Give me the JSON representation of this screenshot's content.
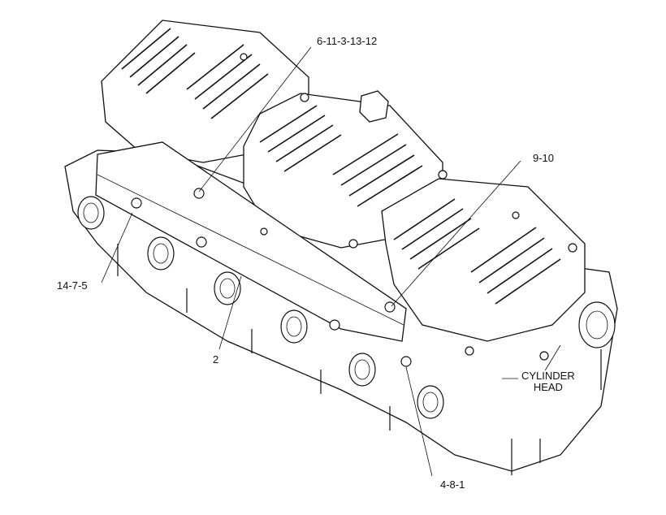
{
  "diagram": {
    "callouts": [
      {
        "id": "c1",
        "text": "6-11-3-13-12"
      },
      {
        "id": "c2",
        "text": "9-10"
      },
      {
        "id": "c3",
        "text": "14-7-5"
      },
      {
        "id": "c4",
        "text": "2"
      },
      {
        "id": "c5",
        "text": "4-8-1"
      }
    ],
    "component_label": {
      "line1": "CYLINDER",
      "line2": "HEAD"
    }
  }
}
